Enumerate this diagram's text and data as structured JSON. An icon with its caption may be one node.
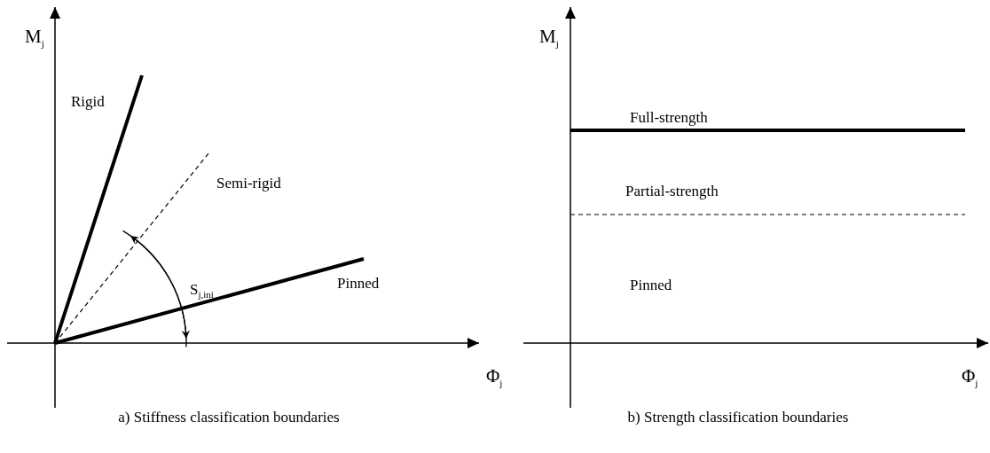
{
  "diagram": {
    "labels": [
      "M$_{j}$",
      "Rigid",
      "Semi-rigid",
      "S$_{j,ini}$",
      "Pinned",
      "Φ$_{j}$",
      "a) Stiffness classification boundaries",
      "M$_{j}$",
      "Full-strength",
      "Partial-strength",
      "Pinned",
      "Φ$_{j}$",
      "b) Strength classification boundaries"
    ]
  }
}
